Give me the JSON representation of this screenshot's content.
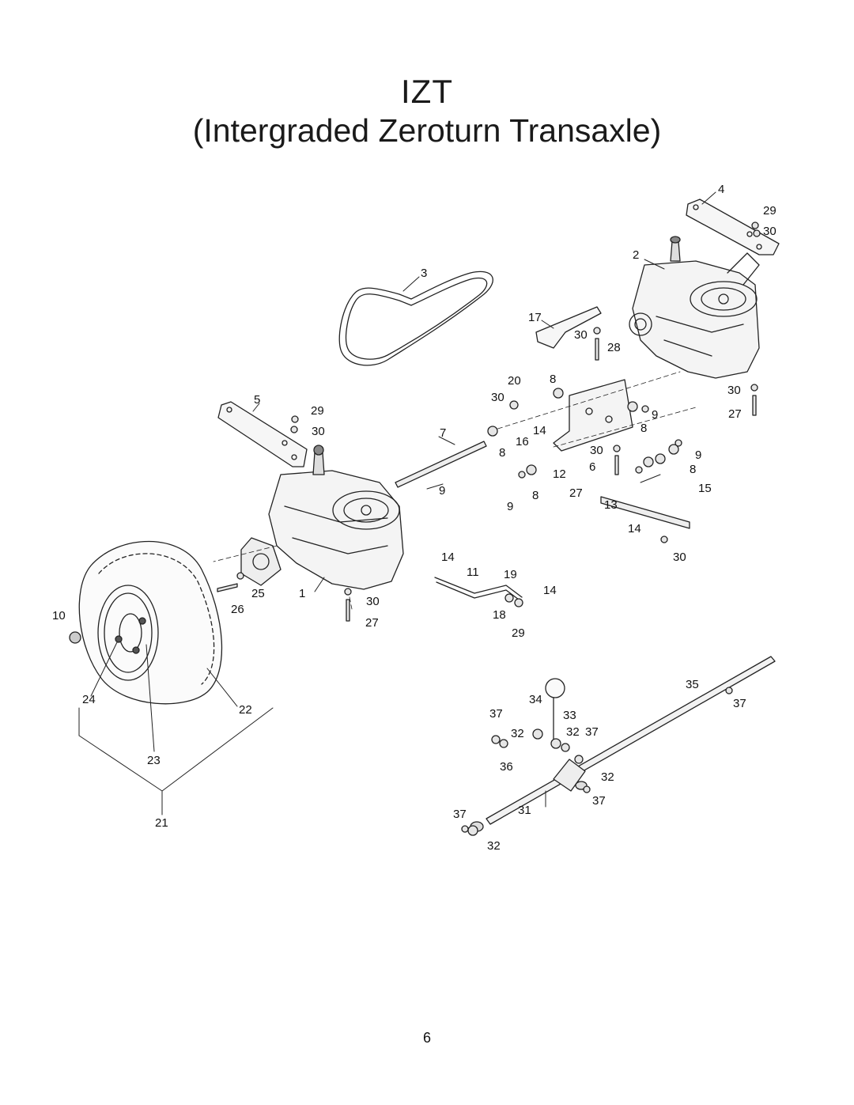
{
  "header": {
    "title": "IZT",
    "subtitle": "(Intergraded Zeroturn Transaxle)"
  },
  "callouts": [
    {
      "id": "c4",
      "text": "4"
    },
    {
      "id": "c29a",
      "text": "29"
    },
    {
      "id": "c30a",
      "text": "30"
    },
    {
      "id": "c2",
      "text": "2"
    },
    {
      "id": "c3",
      "text": "3"
    },
    {
      "id": "c17",
      "text": "17"
    },
    {
      "id": "c30b",
      "text": "30"
    },
    {
      "id": "c28",
      "text": "28"
    },
    {
      "id": "c20",
      "text": "20"
    },
    {
      "id": "c8a",
      "text": "8"
    },
    {
      "id": "c30c",
      "text": "30"
    },
    {
      "id": "c30d",
      "text": "30"
    },
    {
      "id": "c27a",
      "text": "27"
    },
    {
      "id": "c5",
      "text": "5"
    },
    {
      "id": "c29b",
      "text": "29"
    },
    {
      "id": "c30e",
      "text": "30"
    },
    {
      "id": "c7",
      "text": "7"
    },
    {
      "id": "c16",
      "text": "16"
    },
    {
      "id": "c14a",
      "text": "14"
    },
    {
      "id": "c8b",
      "text": "8"
    },
    {
      "id": "c9a",
      "text": "9"
    },
    {
      "id": "c8c",
      "text": "8"
    },
    {
      "id": "c30f",
      "text": "30"
    },
    {
      "id": "c9b",
      "text": "9"
    },
    {
      "id": "c6",
      "text": "6"
    },
    {
      "id": "c8d",
      "text": "8"
    },
    {
      "id": "c12",
      "text": "12"
    },
    {
      "id": "c9c",
      "text": "9"
    },
    {
      "id": "c27b",
      "text": "27"
    },
    {
      "id": "c15",
      "text": "15"
    },
    {
      "id": "c9d",
      "text": "9"
    },
    {
      "id": "c8e",
      "text": "8"
    },
    {
      "id": "c13",
      "text": "13"
    },
    {
      "id": "c14b",
      "text": "14"
    },
    {
      "id": "c30g",
      "text": "30"
    },
    {
      "id": "c14c",
      "text": "14"
    },
    {
      "id": "c11",
      "text": "11"
    },
    {
      "id": "c19",
      "text": "19"
    },
    {
      "id": "c14d",
      "text": "14"
    },
    {
      "id": "c25",
      "text": "25"
    },
    {
      "id": "c1",
      "text": "1"
    },
    {
      "id": "c26",
      "text": "26"
    },
    {
      "id": "c30h",
      "text": "30"
    },
    {
      "id": "c10",
      "text": "10"
    },
    {
      "id": "c18",
      "text": "18"
    },
    {
      "id": "c27c",
      "text": "27"
    },
    {
      "id": "c29c",
      "text": "29"
    },
    {
      "id": "c35",
      "text": "35"
    },
    {
      "id": "c34",
      "text": "34"
    },
    {
      "id": "c37a",
      "text": "37"
    },
    {
      "id": "c24",
      "text": "24"
    },
    {
      "id": "c22",
      "text": "22"
    },
    {
      "id": "c37b",
      "text": "37"
    },
    {
      "id": "c33",
      "text": "33"
    },
    {
      "id": "c32a",
      "text": "32"
    },
    {
      "id": "c32b",
      "text": "32"
    },
    {
      "id": "c37c",
      "text": "37"
    },
    {
      "id": "c23",
      "text": "23"
    },
    {
      "id": "c36",
      "text": "36"
    },
    {
      "id": "c32c",
      "text": "32"
    },
    {
      "id": "c37d",
      "text": "37"
    },
    {
      "id": "c37e",
      "text": "37"
    },
    {
      "id": "c31",
      "text": "31"
    },
    {
      "id": "c21",
      "text": "21"
    },
    {
      "id": "c32d",
      "text": "32"
    }
  ],
  "footer": {
    "page_number": "6"
  }
}
